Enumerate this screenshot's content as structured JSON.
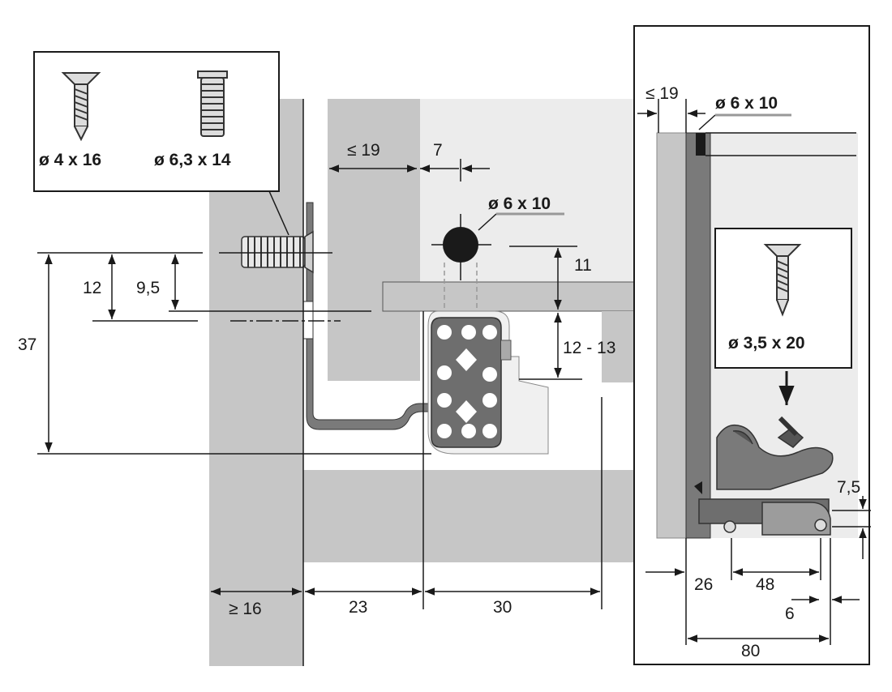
{
  "screw_legend": {
    "screw_1": "ø 4 x 16",
    "screw_2": "ø 6,3 x 14"
  },
  "dims_left": {
    "d_37": "37",
    "d_12": "12",
    "d_9_5": "9,5",
    "d_le19": "≤ 19",
    "d_7": "7",
    "d_hole": "ø 6 x 10",
    "d_11": "11",
    "d_12_13": "12 - 13",
    "d_ge16": "≥ 16",
    "d_23": "23",
    "d_30": "30"
  },
  "dims_right": {
    "d_le19": "≤ 19",
    "d_hole": "ø 6 x 10",
    "screw_label": "ø 3,5 x 20",
    "d_7_5": "7,5",
    "d_26": "26",
    "d_48": "48",
    "d_6": "6",
    "d_80": "80"
  },
  "colors": {
    "panel_gray": "#c6c6c6",
    "light_bg": "#ececec",
    "dark_part": "#6e6e6e",
    "rail_gray": "#9c9c9c",
    "line": "#1a1a1a"
  }
}
